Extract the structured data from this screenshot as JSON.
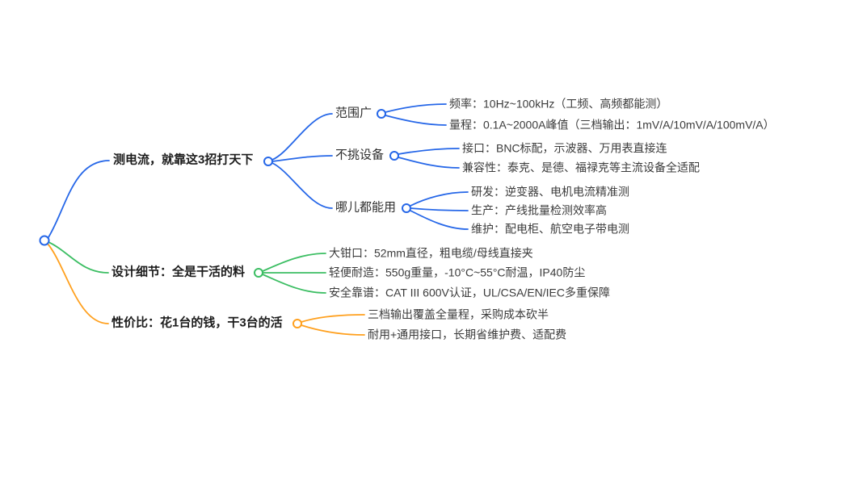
{
  "colors": {
    "branch_blue": "#2667e8",
    "branch_green": "#3cbe63",
    "branch_orange": "#ffa01e",
    "title_text": "#1c1c1c",
    "node_text": "#3b3b3b",
    "background": "#ffffff"
  },
  "branches": [
    {
      "label": "测电流，就靠这3招打天下",
      "color": "#2667e8",
      "children": [
        {
          "label": "范围广",
          "children": [
            {
              "label": "频率：10Hz~100kHz（工频、高频都能测）"
            },
            {
              "label": "量程：0.1A~2000A峰值（三档输出：1mV/A/10mV/A/100mV/A）"
            }
          ]
        },
        {
          "label": "不挑设备",
          "children": [
            {
              "label": "接口：BNC标配，示波器、万用表直接连"
            },
            {
              "label": "兼容性：泰克、是德、福禄克等主流设备全适配"
            }
          ]
        },
        {
          "label": "哪儿都能用",
          "children": [
            {
              "label": "研发：逆变器、电机电流精准测"
            },
            {
              "label": "生产：产线批量检测效率高"
            },
            {
              "label": "维护：配电柜、航空电子带电测"
            }
          ]
        }
      ]
    },
    {
      "label": "设计细节：全是干活的料",
      "color": "#3cbe63",
      "children": [
        {
          "label": "大钳口：52mm直径，粗电缆/母线直接夹"
        },
        {
          "label": "轻便耐造：550g重量，-10°C~55°C耐温，IP40防尘"
        },
        {
          "label": "安全靠谱：CAT III 600V认证，UL/CSA/EN/IEC多重保障"
        }
      ]
    },
    {
      "label": "性价比：花1台的钱，干3台的活",
      "color": "#ffa01e",
      "children": [
        {
          "label": "三档输出覆盖全量程，采购成本砍半"
        },
        {
          "label": "耐用+通用接口，长期省维护费、适配费"
        }
      ]
    }
  ]
}
